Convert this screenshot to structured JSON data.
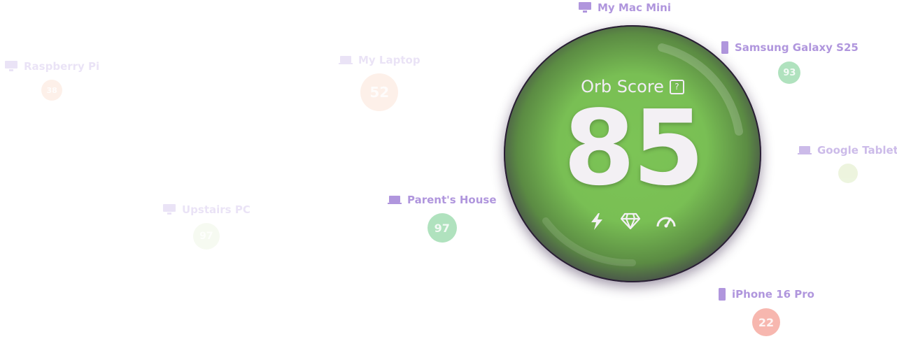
{
  "orb": {
    "title": "Orb Score",
    "help_icon": "?",
    "score": "85",
    "score_color": "#7cc456",
    "icons": [
      "bolt-icon",
      "diamond-icon",
      "speedometer-icon"
    ]
  },
  "devices": [
    {
      "id": "mac-mini",
      "name": "My Mac Mini",
      "kind": "desktop-monitor-icon"
    },
    {
      "id": "samsung",
      "name": "Samsung Galaxy S25",
      "kind": "phone-icon",
      "score": "93",
      "color": "#8fd7a3"
    },
    {
      "id": "google-tablet",
      "name": "Google Tablet",
      "kind": "laptop-icon",
      "score": "",
      "color": "#d8e8b8"
    },
    {
      "id": "iphone",
      "name": "iPhone 16 Pro",
      "kind": "phone-icon",
      "score": "22",
      "color": "#f59a8e"
    },
    {
      "id": "parents-house",
      "name": "Parent's House",
      "kind": "laptop-icon",
      "score": "97",
      "color": "#8fd7a3"
    },
    {
      "id": "my-laptop",
      "name": "My Laptop",
      "kind": "laptop-icon",
      "score": "52",
      "color": "#f7b089"
    },
    {
      "id": "upstairs-pc",
      "name": "Upstairs PC",
      "kind": "desktop-monitor-icon",
      "score": "97",
      "color": "#cfe6b3"
    },
    {
      "id": "raspberry-pi",
      "name": "Raspberry Pi",
      "kind": "desktop-monitor-icon",
      "score": "38",
      "color": "#f7b089"
    }
  ]
}
